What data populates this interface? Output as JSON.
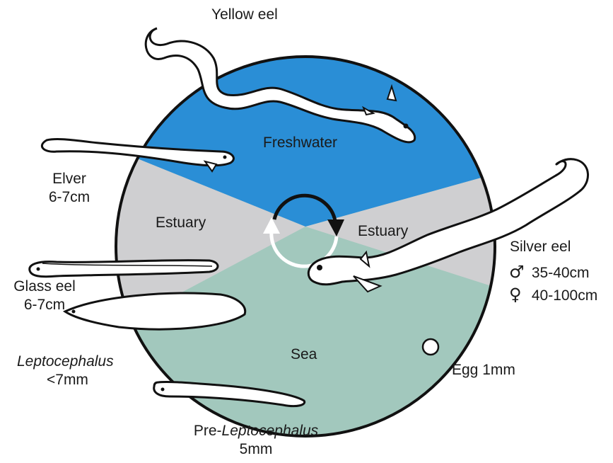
{
  "zones": {
    "freshwater": "Freshwater",
    "estuary_left": "Estuary",
    "estuary_right": "Estuary",
    "sea": "Sea"
  },
  "stages": {
    "yellow_eel": "Yellow eel",
    "elver_name": "Elver",
    "elver_size": "6-7cm",
    "glass_eel_name": "Glass eel",
    "glass_eel_size": "6-7cm",
    "leptocephalus_name": "Leptocephalus",
    "leptocephalus_size": "<7mm",
    "pre_lepto_prefix": "Pre-",
    "pre_lepto_name": "Leptocephalus",
    "pre_lepto_size": "5mm",
    "silver_eel_name": "Silver eel",
    "male_symbol": "♂",
    "male_size": "35-40cm",
    "female_symbol": "♀",
    "female_size": "40-100cm",
    "egg": "Egg 1mm"
  },
  "colors": {
    "freshwater": "#2a8ed6",
    "estuary": "#cfcfd1",
    "sea": "#a2c8bd",
    "outline": "#111111"
  }
}
